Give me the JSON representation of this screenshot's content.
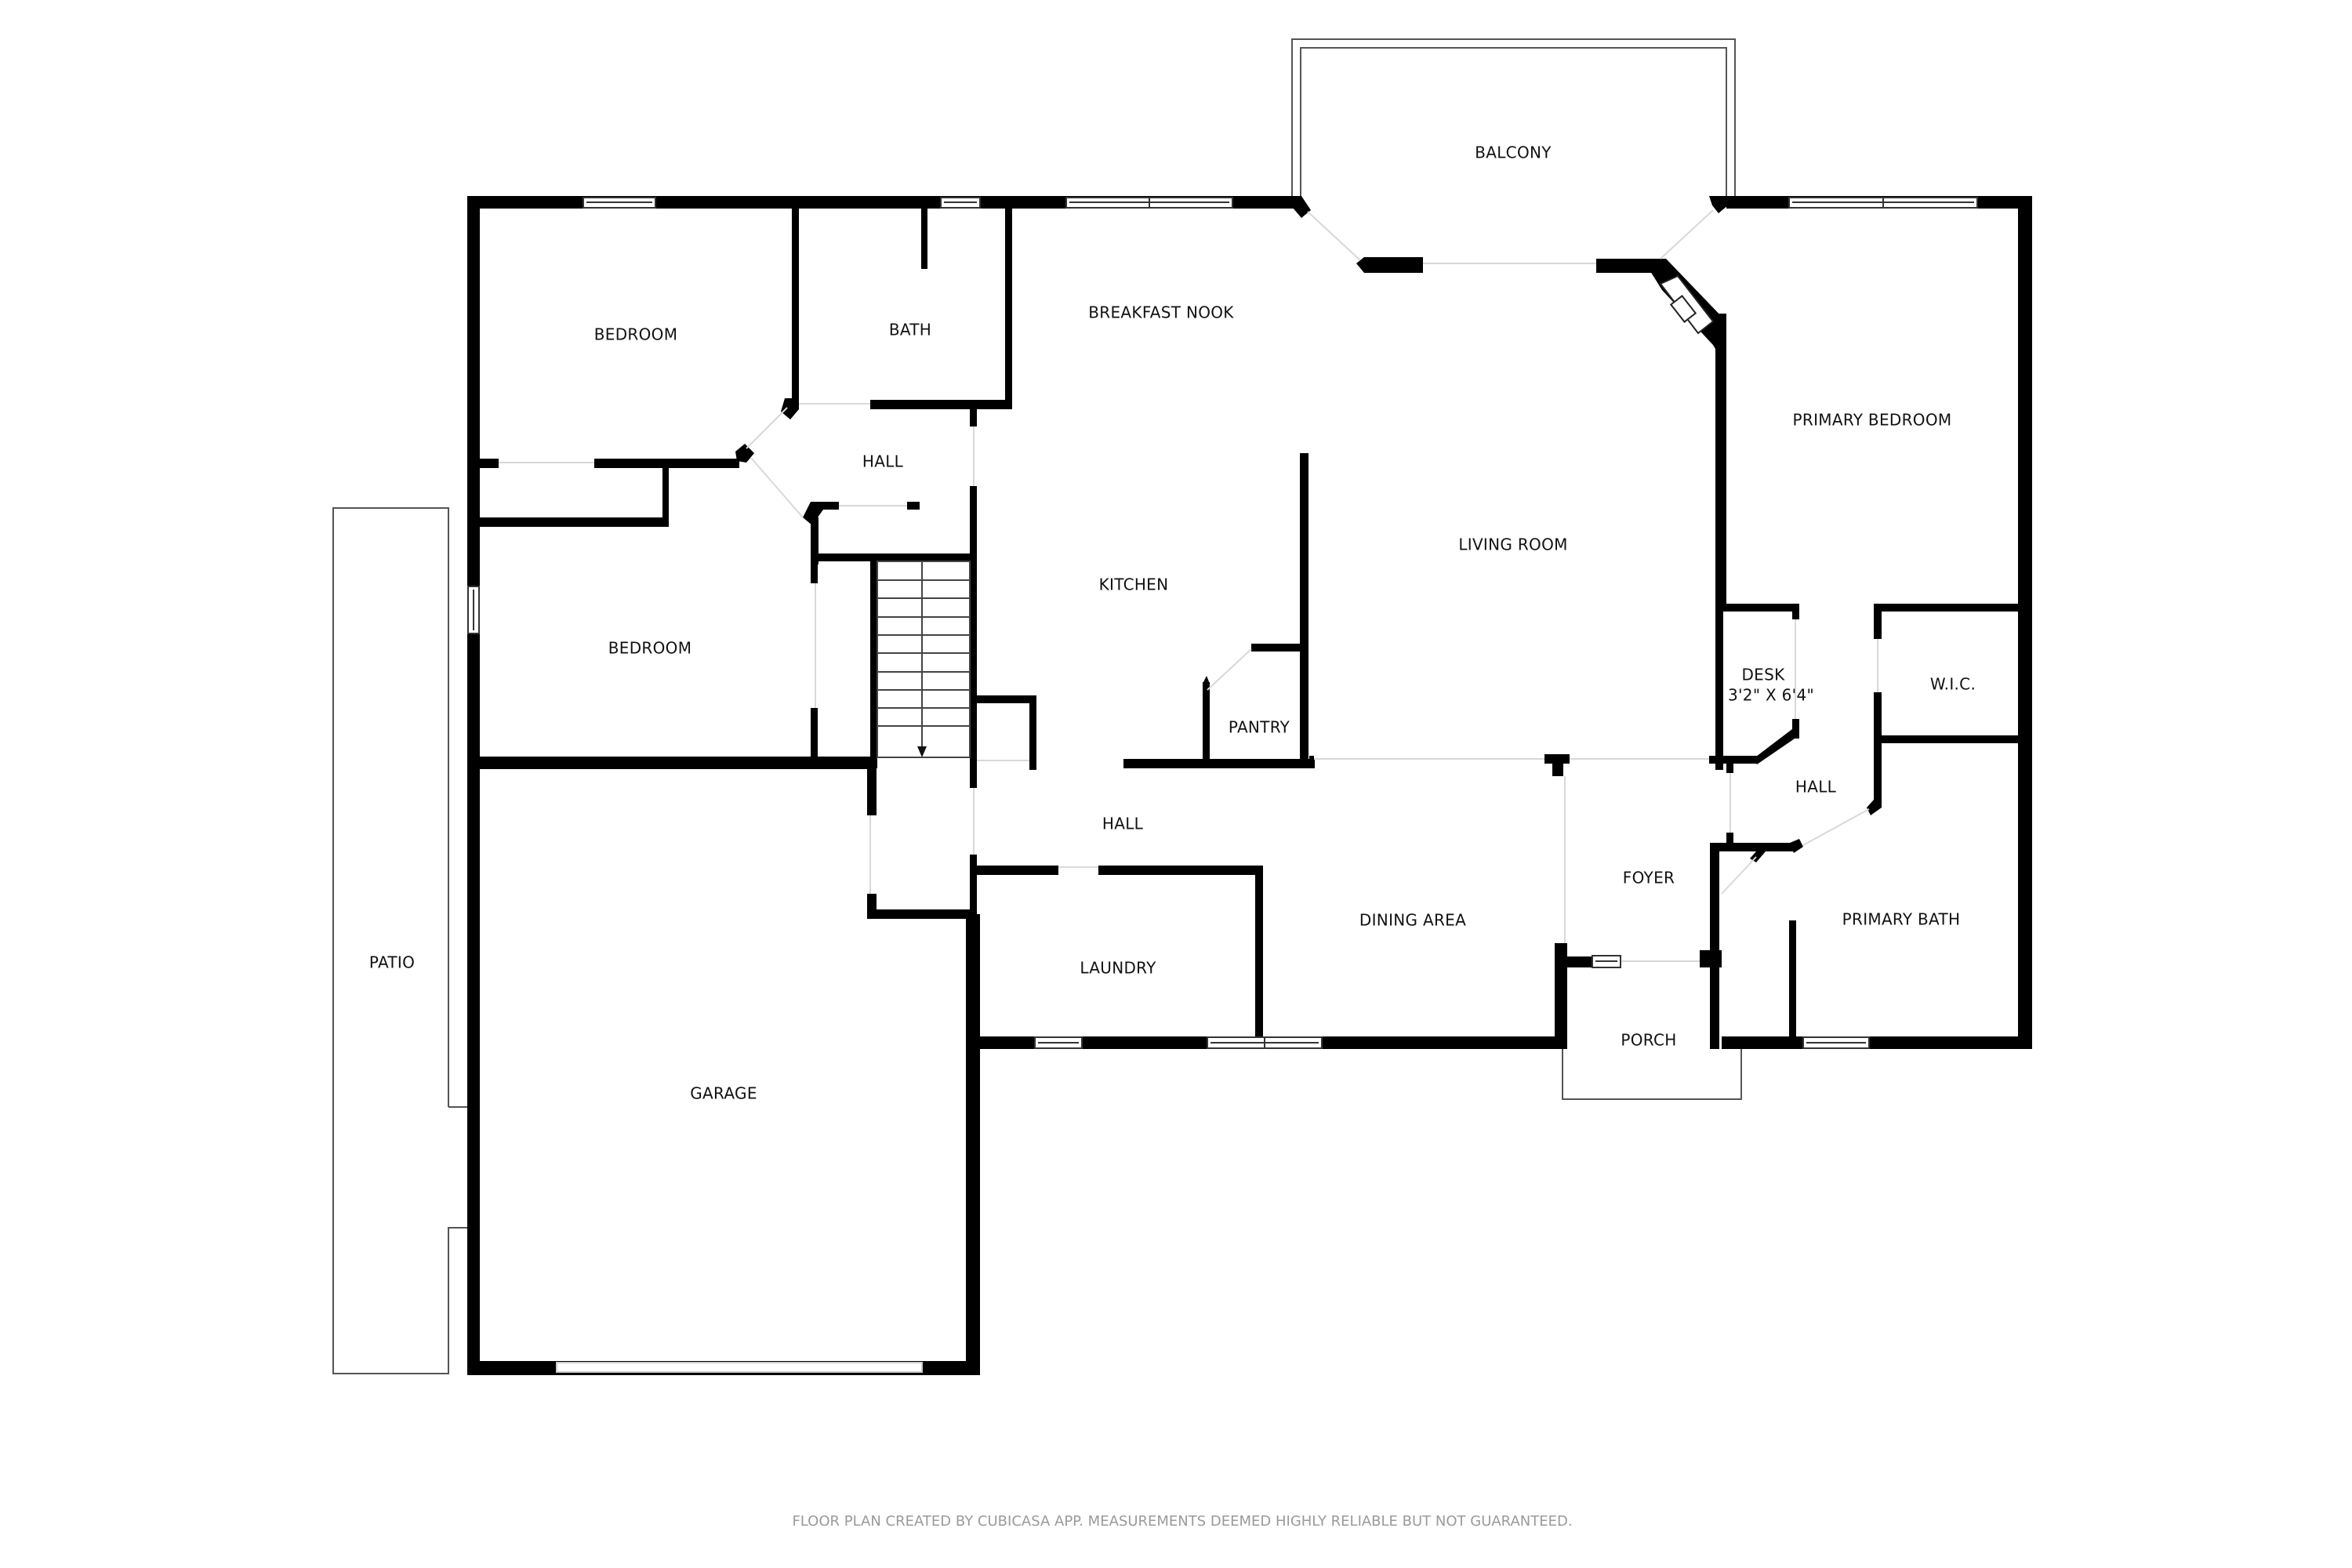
{
  "plan": {
    "title": "Floor Plan",
    "colors": {
      "wall": "#000000",
      "background": "#ffffff",
      "label": "#111111",
      "footer": "#9a9a9a"
    }
  },
  "rooms": {
    "balcony": {
      "label": "BALCONY"
    },
    "bedroom_1": {
      "label": "BEDROOM"
    },
    "bath": {
      "label": "BATH"
    },
    "breakfast_nook": {
      "label": "BREAKFAST NOOK"
    },
    "hall_upper": {
      "label": "HALL"
    },
    "primary_bedroom": {
      "label": "PRIMARY BEDROOM"
    },
    "living_room": {
      "label": "LIVING ROOM"
    },
    "kitchen": {
      "label": "KITCHEN"
    },
    "bedroom_2": {
      "label": "BEDROOM"
    },
    "desk": {
      "label": "DESK",
      "dimensions": "3'2\" X 6'4\""
    },
    "wic": {
      "label": "W.I.C."
    },
    "pantry": {
      "label": "PANTRY"
    },
    "hall_center": {
      "label": "HALL"
    },
    "hall_right": {
      "label": "HALL"
    },
    "foyer": {
      "label": "FOYER"
    },
    "patio": {
      "label": "PATIO"
    },
    "laundry": {
      "label": "LAUNDRY"
    },
    "dining_area": {
      "label": "DINING AREA"
    },
    "primary_bath": {
      "label": "PRIMARY BATH"
    },
    "porch": {
      "label": "PORCH"
    },
    "garage": {
      "label": "GARAGE"
    }
  },
  "footer": {
    "disclaimer": "FLOOR PLAN CREATED BY CUBICASA APP. MEASUREMENTS DEEMED HIGHLY RELIABLE BUT NOT GUARANTEED."
  }
}
